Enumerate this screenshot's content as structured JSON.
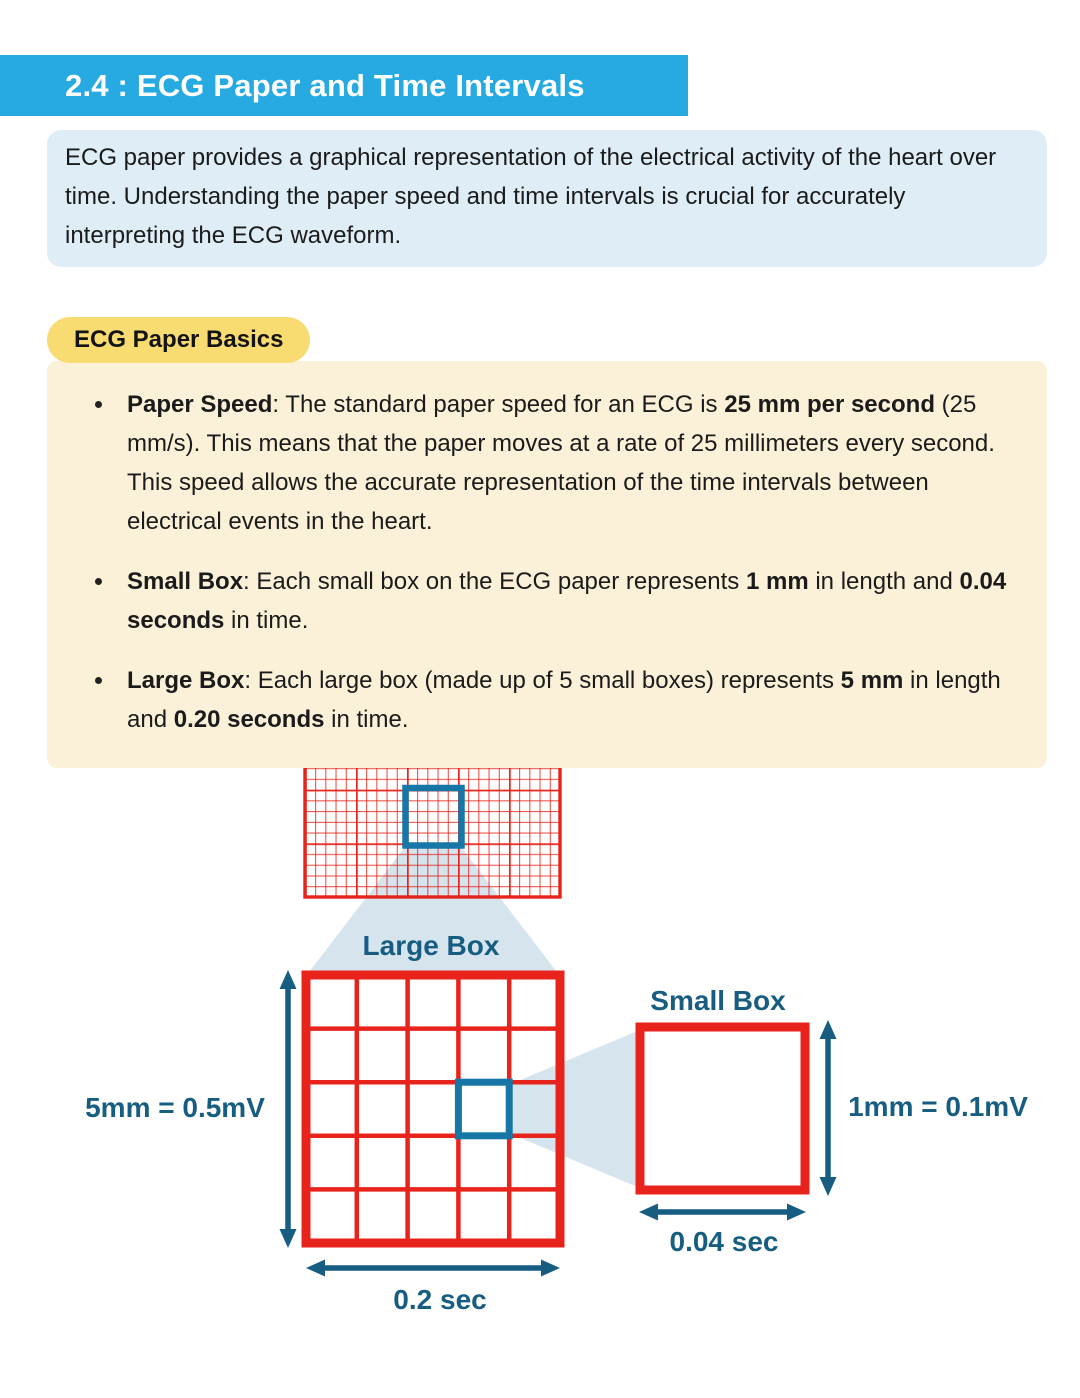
{
  "header": {
    "title": "2.4 : ECG Paper and Time Intervals"
  },
  "intro": {
    "text": "ECG paper provides a graphical representation of the electrical activity of the heart over time. Understanding the paper speed and time intervals is crucial for accurately interpreting the ECG waveform."
  },
  "basics": {
    "badge_label": "ECG Paper Basics",
    "bullets": [
      {
        "segments": [
          {
            "bold": true,
            "t": "Paper Speed"
          },
          {
            "bold": false,
            "t": ": The standard paper speed for an ECG is "
          },
          {
            "bold": true,
            "t": "25 mm per second"
          },
          {
            "bold": false,
            "t": " (25 mm/s). This means that the paper moves at a rate of 25 millimeters every second. This speed allows the accurate representation of the time intervals between electrical events in the heart."
          }
        ]
      },
      {
        "segments": [
          {
            "bold": true,
            "t": "Small Box"
          },
          {
            "bold": false,
            "t": ": Each small box on the ECG paper represents "
          },
          {
            "bold": true,
            "t": "1 mm"
          },
          {
            "bold": false,
            "t": " in length and "
          },
          {
            "bold": true,
            "t": "0.04 seconds"
          },
          {
            "bold": false,
            "t": " in time."
          }
        ]
      },
      {
        "segments": [
          {
            "bold": true,
            "t": "Large Box"
          },
          {
            "bold": false,
            "t": ": Each large box (made up of 5 small boxes) represents "
          },
          {
            "bold": true,
            "t": "5 mm"
          },
          {
            "bold": false,
            "t": " in length and "
          },
          {
            "bold": true,
            "t": "0.20 seconds"
          },
          {
            "bold": false,
            "t": " in time."
          }
        ]
      }
    ]
  },
  "diagram": {
    "large_box_label": "Large Box",
    "small_box_label": "Small Box",
    "large_box_height_label": "5mm = 0.5mV",
    "large_box_width_label": "0.2 sec",
    "small_box_height_label": "1mm = 0.1mV",
    "small_box_width_label": "0.04 sec"
  },
  "colors": {
    "header_cyan": "#27AAE1",
    "intro_blue": "#DFEDF7",
    "badge_yellow": "#F8DC72",
    "basics_cream": "#FBF1D8",
    "grid_red": "#E8231C",
    "highlight_teal": "#1677A6",
    "diagram_text_teal": "#175D82",
    "funnel_blue": "#CFE0EA"
  }
}
